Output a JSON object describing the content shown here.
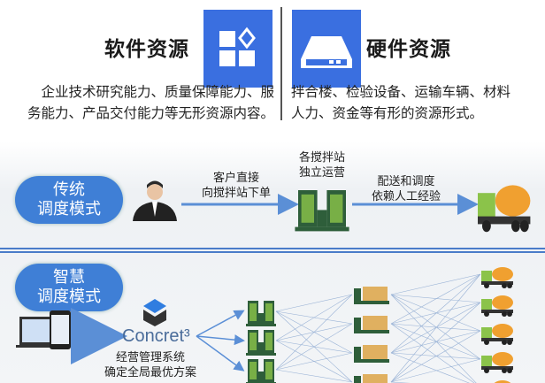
{
  "software": {
    "title": "软件资源",
    "icon": "blocks-icon",
    "desc_lines": [
      "企业技术研究能力、质量保障能力、服",
      "务能力、产品交付能力等无形资源内容。"
    ]
  },
  "hardware": {
    "title": "硬件资源",
    "icon": "server-icon",
    "desc_lines": [
      "拌合楼、检验设备、运输车辆、材料",
      "人力、资金等有形的资源形式。"
    ]
  },
  "traditional": {
    "mode_label": [
      "传统",
      "调度模式"
    ],
    "step1": [
      "客户直接",
      "向搅拌站下单"
    ],
    "step2": [
      "各搅拌站",
      "独立运营"
    ],
    "step3": [
      "配送和调度",
      "依赖人工经验"
    ]
  },
  "smart": {
    "mode_label": [
      "智慧",
      "调度模式"
    ],
    "logo_text": "Concret³",
    "system_label": [
      "经营管理系统",
      "确定全局最优方案"
    ]
  },
  "colors": {
    "accent": "#3a6fe0",
    "pill": "#3f7fd6",
    "line": "#4a7cc9"
  }
}
